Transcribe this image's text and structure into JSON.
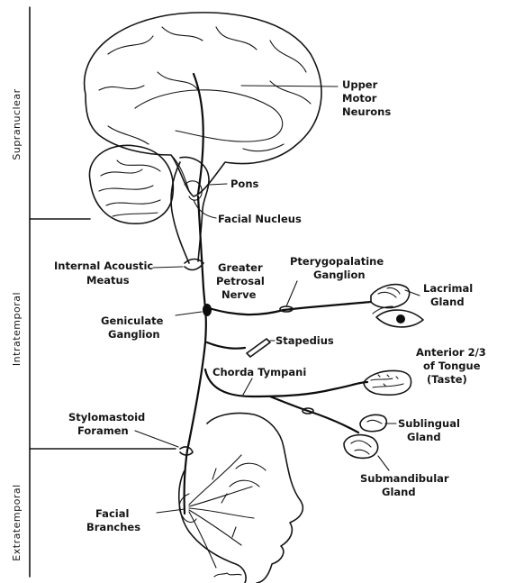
{
  "sections": {
    "supranuclear": "Supranuclear",
    "intratemporal": "Intratemporal",
    "extratemporal": "Extratemporal"
  },
  "labels": {
    "upper_motor_line1": "Upper",
    "upper_motor_line2": "Motor",
    "upper_motor_line3": "Neurons",
    "pons": "Pons",
    "facial_nucleus": "Facial Nucleus",
    "internal_acoustic_line1": "Internal Acoustic",
    "internal_acoustic_line2": "Meatus",
    "greater_petrosal_line1": "Greater",
    "greater_petrosal_line2": "Petrosal",
    "greater_petrosal_line3": "Nerve",
    "pterygopalatine_line1": "Pterygopalatine",
    "pterygopalatine_line2": "Ganglion",
    "lacrimal_line1": "Lacrimal",
    "lacrimal_line2": "Gland",
    "geniculate_line1": "Geniculate",
    "geniculate_line2": "Ganglion",
    "stapedius": "Stapedius",
    "anterior_line1": "Anterior 2/3",
    "anterior_line2": "of Tongue",
    "anterior_line3": "(Taste)",
    "chorda_tympani": "Chorda Tympani",
    "stylomastoid_line1": "Stylomastoid",
    "stylomastoid_line2": "Foramen",
    "sublingual_line1": "Sublingual",
    "sublingual_line2": "Gland",
    "submandibular_line1": "Submandibular",
    "submandibular_line2": "Gland",
    "facial_branches_line1": "Facial",
    "facial_branches_line2": "Branches"
  }
}
